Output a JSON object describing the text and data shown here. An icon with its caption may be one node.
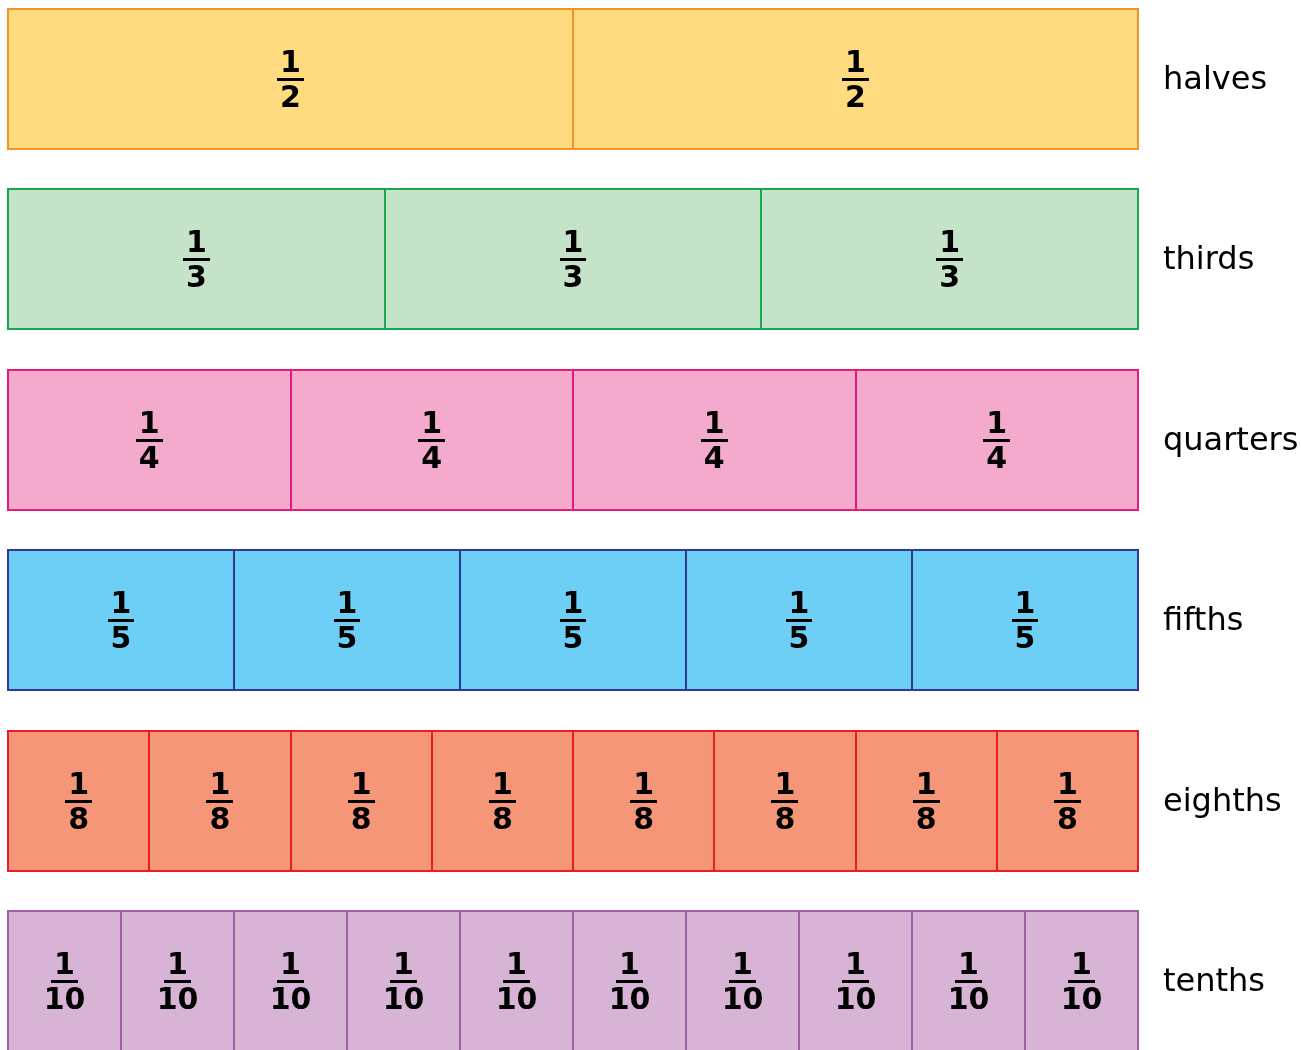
{
  "diagram": {
    "nodes": [
      {
        "text": [],
        "shape": "bar",
        "beside": [
          "halves"
        ]
      },
      {
        "text": [
          "1",
          "2"
        ],
        "in": 0
      },
      {
        "text": [
          "1",
          "2"
        ],
        "in": 0
      },
      {
        "text": [],
        "shape": "bar",
        "beside": [
          "thirds"
        ]
      },
      {
        "text": [
          "1",
          "3"
        ],
        "in": 3
      },
      {
        "text": [
          "1",
          "3"
        ],
        "in": 3
      },
      {
        "text": [
          "1",
          "3"
        ],
        "in": 3
      },
      {
        "text": [],
        "shape": "bar",
        "beside": [
          "quarters"
        ]
      },
      {
        "text": [
          "1",
          "4"
        ],
        "in": 7
      },
      {
        "text": [
          "1",
          "4"
        ],
        "in": 7
      },
      {
        "text": [
          "1",
          "4"
        ],
        "in": 7
      },
      {
        "text": [
          "1",
          "4"
        ],
        "in": 7
      },
      {
        "text": [],
        "shape": "bar",
        "beside": [
          "fifths"
        ]
      },
      {
        "text": [
          "1",
          "5"
        ],
        "in": 12
      },
      {
        "text": [
          "1",
          "5"
        ],
        "in": 12
      },
      {
        "text": [
          "1",
          "5"
        ],
        "in": 12
      },
      {
        "text": [
          "1",
          "5"
        ],
        "in": 12
      },
      {
        "text": [
          "1",
          "5"
        ],
        "in": 12
      },
      {
        "text": [],
        "shape": "bar",
        "beside": [
          "eighths"
        ]
      },
      {
        "text": [
          "1",
          "8"
        ],
        "in": 18
      },
      {
        "text": [
          "1",
          "8"
        ],
        "in": 18
      },
      {
        "text": [
          "1",
          "8"
        ],
        "in": 18
      },
      {
        "text": [
          "1",
          "8"
        ],
        "in": 18
      },
      {
        "text": [
          "1",
          "8"
        ],
        "in": 18
      },
      {
        "text": [
          "1",
          "8"
        ],
        "in": 18
      },
      {
        "text": [
          "1",
          "8"
        ],
        "in": 18
      },
      {
        "text": [
          "1",
          "8"
        ],
        "in": 18
      },
      {
        "text": [],
        "shape": "bar",
        "beside": [
          "tenths"
        ]
      },
      {
        "text": [
          "1",
          "10"
        ],
        "in": 27
      },
      {
        "text": [
          "1",
          "10"
        ],
        "in": 27
      },
      {
        "text": [
          "1",
          "10"
        ],
        "in": 27
      },
      {
        "text": [
          "1",
          "10"
        ],
        "in": 27
      },
      {
        "text": [
          "1",
          "10"
        ],
        "in": 27
      },
      {
        "text": [
          "1",
          "10"
        ],
        "in": 27
      },
      {
        "text": [
          "1",
          "10"
        ],
        "in": 27
      },
      {
        "text": [
          "1",
          "10"
        ],
        "in": 27
      },
      {
        "text": [
          "1",
          "10"
        ],
        "in": 27
      },
      {
        "text": [
          "1",
          "10"
        ],
        "in": 27
      }
    ]
  }
}
